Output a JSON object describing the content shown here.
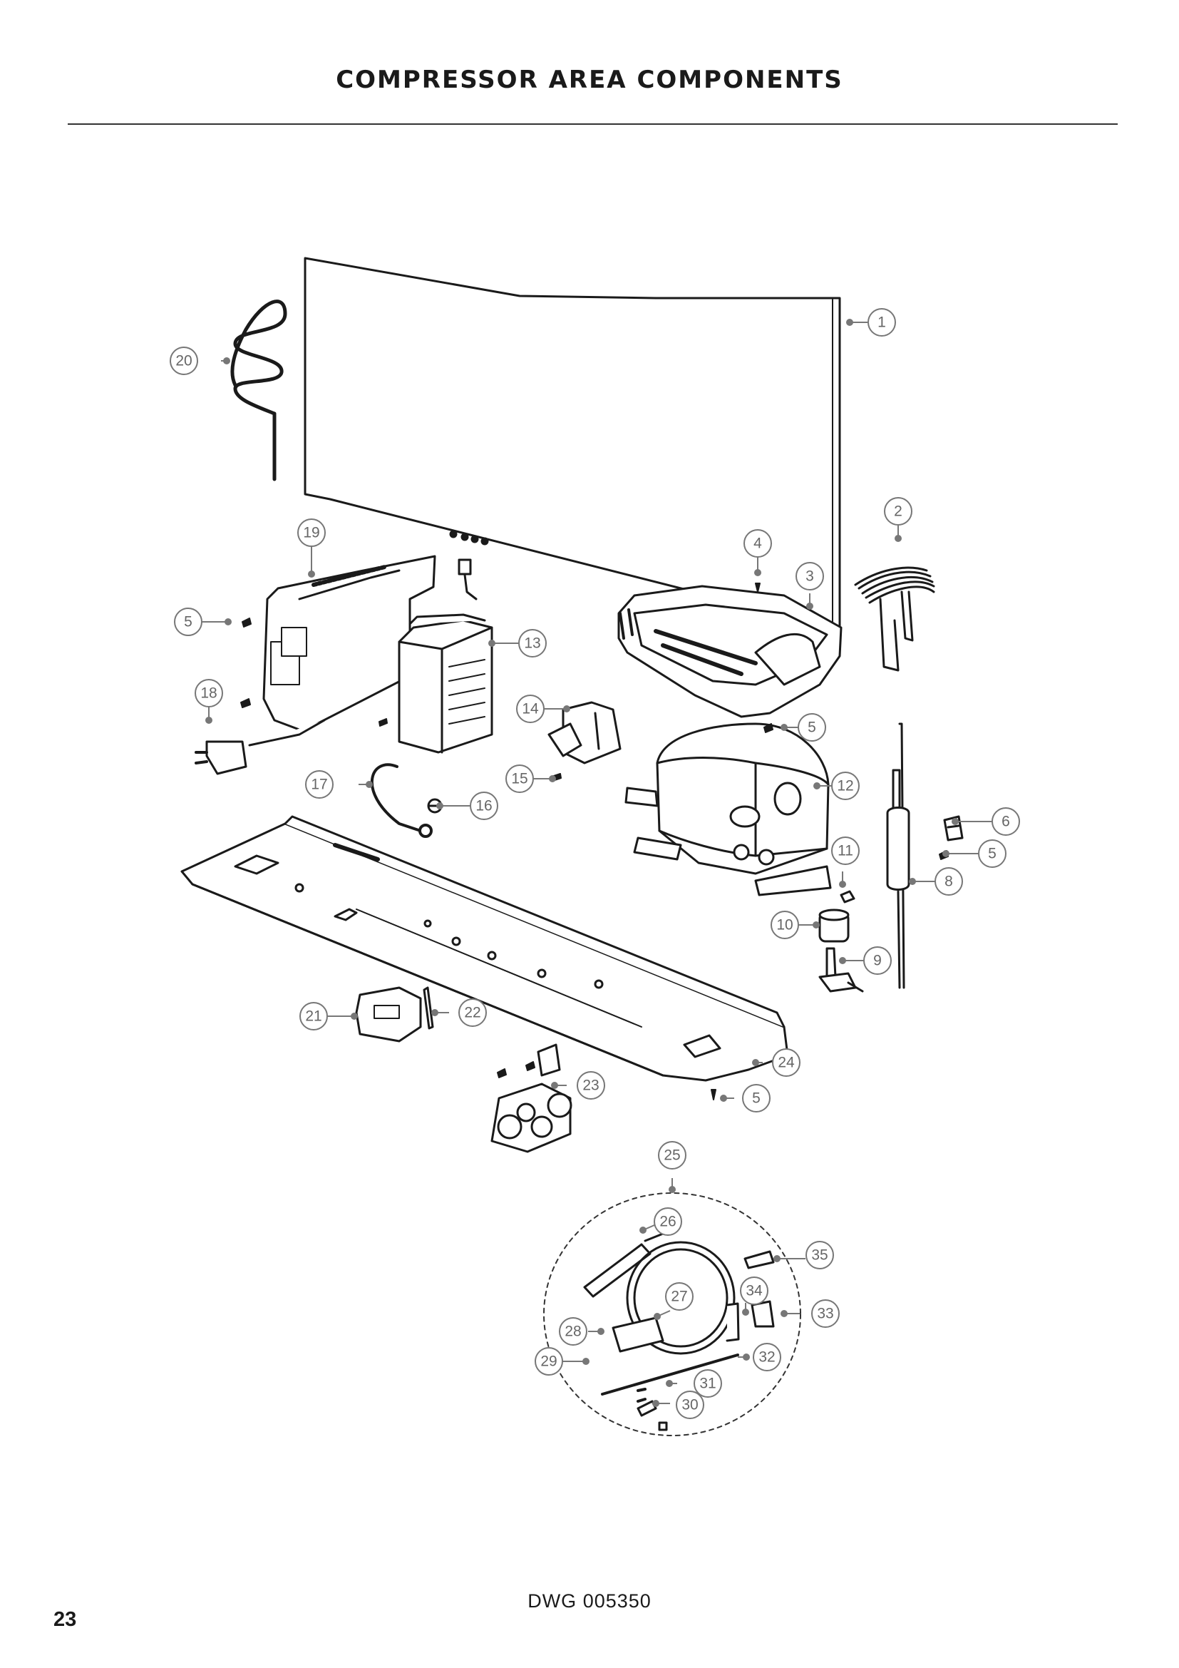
{
  "title": "COMPRESSOR AREA COMPONENTS",
  "drawing_number": "DWG 005350",
  "page_number": "23",
  "callouts": [
    "1",
    "2",
    "3",
    "4",
    "5",
    "6",
    "8",
    "9",
    "10",
    "11",
    "12",
    "13",
    "14",
    "15",
    "16",
    "17",
    "18",
    "19",
    "20",
    "21",
    "22",
    "23",
    "24",
    "25",
    "26",
    "27",
    "28",
    "29",
    "30",
    "31",
    "32",
    "33",
    "34",
    "35"
  ],
  "colors": {
    "line": "#1a1a1a",
    "callout": "#777777",
    "rule": "#333333"
  }
}
